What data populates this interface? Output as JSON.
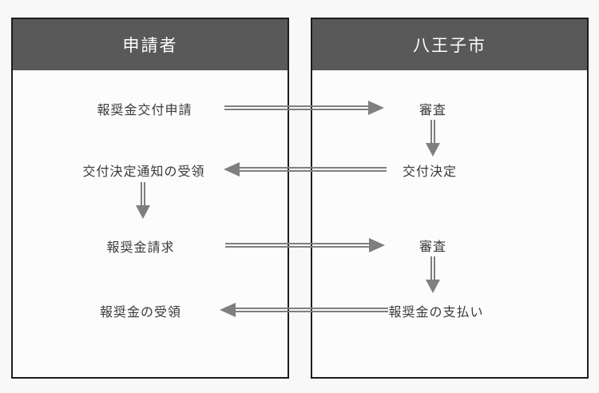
{
  "columns": [
    {
      "title": "申請者",
      "steps": [
        "報奨金交付申請",
        "交付決定通知の受領",
        "報奨金請求",
        "報奨金の受領"
      ]
    },
    {
      "title": "八王子市",
      "steps": [
        "審査",
        "交付決定",
        "審査",
        "報奨金の支払い"
      ]
    }
  ],
  "flows": [
    {
      "from": "報奨金交付申請",
      "to": "審査",
      "direction": "left-to-right"
    },
    {
      "from": "審査",
      "to": "交付決定",
      "direction": "down"
    },
    {
      "from": "交付決定",
      "to": "交付決定通知の受領",
      "direction": "right-to-left"
    },
    {
      "from": "交付決定通知の受領",
      "to": "報奨金請求",
      "direction": "down"
    },
    {
      "from": "報奨金請求",
      "to": "審査",
      "direction": "left-to-right"
    },
    {
      "from": "審査",
      "to": "報奨金の支払い",
      "direction": "down"
    },
    {
      "from": "報奨金の支払い",
      "to": "報奨金の受領",
      "direction": "right-to-left"
    }
  ],
  "colors": {
    "page_bg": "#f8f8f8",
    "box_bg": "#fcfcfc",
    "box_border": "#1c1c1c",
    "header_bg": "#595959",
    "header_text": "#ffffff",
    "arrow": "#7f7f7f",
    "step_text": "#3a3a3a"
  }
}
